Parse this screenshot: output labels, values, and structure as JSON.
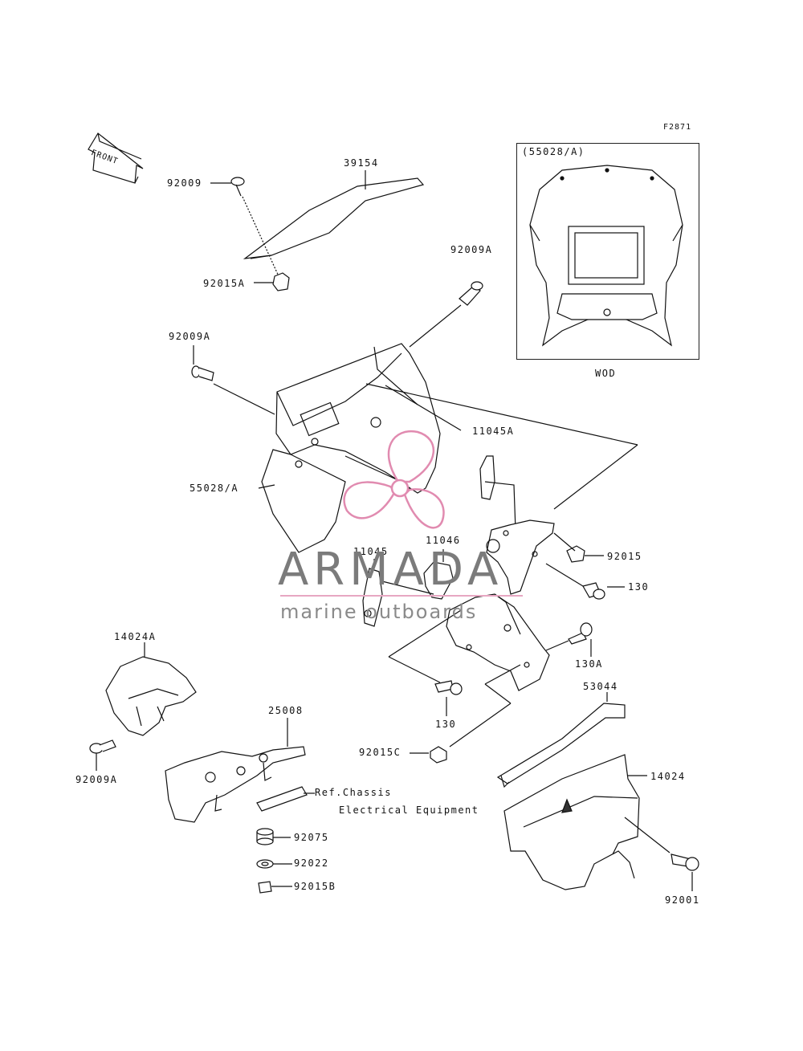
{
  "figure_code": "F2871",
  "front_arrow": "FRONT",
  "inset": {
    "part": "(55028/A)",
    "caption": "WOD"
  },
  "labels": {
    "p39154": "39154",
    "p92009_top": "92009",
    "p92015A": "92015A",
    "p92009A_right": "92009A",
    "p92009A_left": "92009A",
    "p55028A": "55028/A",
    "p11045A": "11045A",
    "p11046": "11046",
    "p11045": "11045",
    "p92015": "92015",
    "p130_right": "130",
    "p130A": "130A",
    "p14024A": "14024A",
    "p92009A_bottom": "92009A",
    "p25008": "25008",
    "p130_bottom": "130",
    "p92015C": "92015C",
    "p53044": "53044",
    "p14024": "14024",
    "ref_chassis": "Ref.Chassis",
    "electrical": "Electrical Equipment",
    "p92075": "92075",
    "p92022": "92022",
    "p92015B": "92015B",
    "p92001": "92001"
  },
  "watermark": {
    "brand": "ARMADA",
    "tagline": "marine outboards",
    "colors": {
      "text": "#7b7b7b",
      "accent": "#e7a7c2"
    }
  }
}
